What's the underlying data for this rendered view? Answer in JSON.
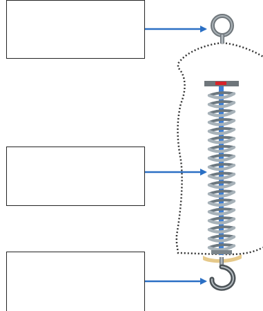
{
  "diagram": {
    "labels": {
      "top": "",
      "middle": "",
      "bottom": ""
    },
    "parts": [
      "ring-hanger",
      "spring",
      "hook"
    ],
    "colors": {
      "arrow": "#2a6fc4",
      "spring_rod": "#3d7fd6",
      "spring_coil": "#8e9aa3",
      "metal": "#6f767b",
      "indicator": "#d8232a",
      "hook_band": "#e6c98a",
      "casing_outline": "#333333"
    }
  }
}
